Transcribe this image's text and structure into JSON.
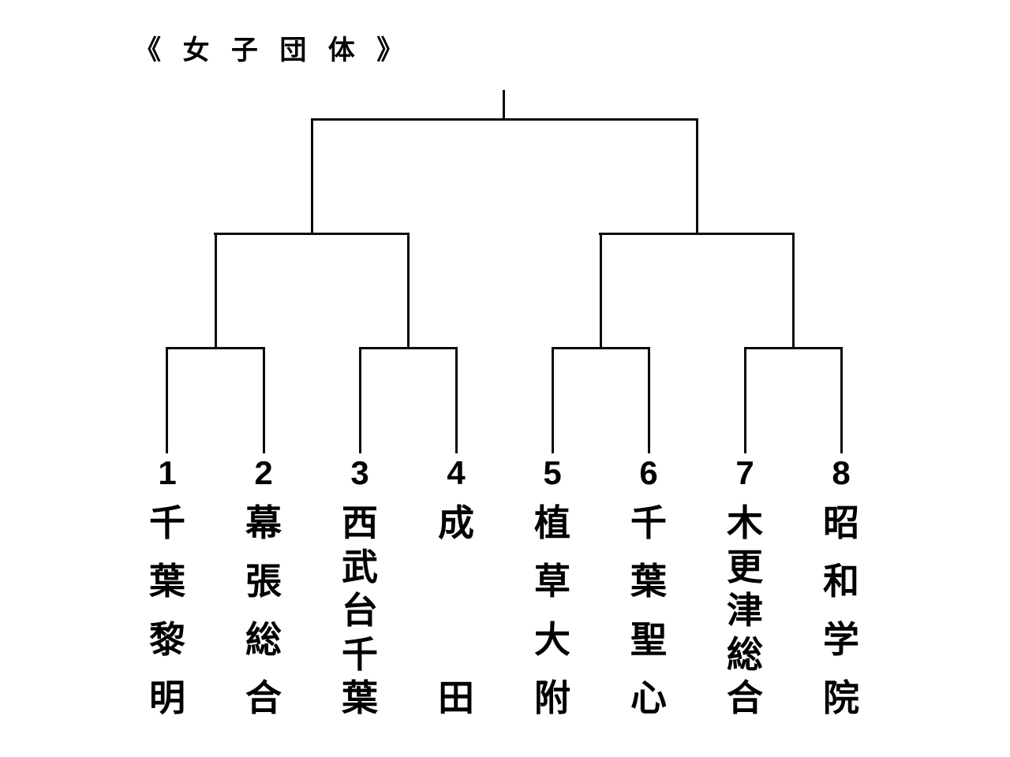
{
  "title": "《 女 子 団 体 》",
  "bracket": {
    "event": "女子団体",
    "slots": [
      {
        "number": "1",
        "name": "千葉黎明"
      },
      {
        "number": "2",
        "name": "幕張総合"
      },
      {
        "number": "3",
        "name": "西武台千葉"
      },
      {
        "number": "4",
        "name": "成田"
      },
      {
        "number": "5",
        "name": "植草大附"
      },
      {
        "number": "6",
        "name": "千葉聖心"
      },
      {
        "number": "7",
        "name": "木更津総合"
      },
      {
        "number": "8",
        "name": "昭和学院"
      }
    ],
    "matches": [
      {
        "round": "quarterfinal",
        "between": [
          "1",
          "2"
        ]
      },
      {
        "round": "quarterfinal",
        "between": [
          "3",
          "4"
        ]
      },
      {
        "round": "quarterfinal",
        "between": [
          "5",
          "6"
        ]
      },
      {
        "round": "quarterfinal",
        "between": [
          "7",
          "8"
        ]
      }
    ]
  },
  "colors": {
    "background": "#ffffff",
    "line": "#0a0a0a",
    "text": "#000000"
  }
}
